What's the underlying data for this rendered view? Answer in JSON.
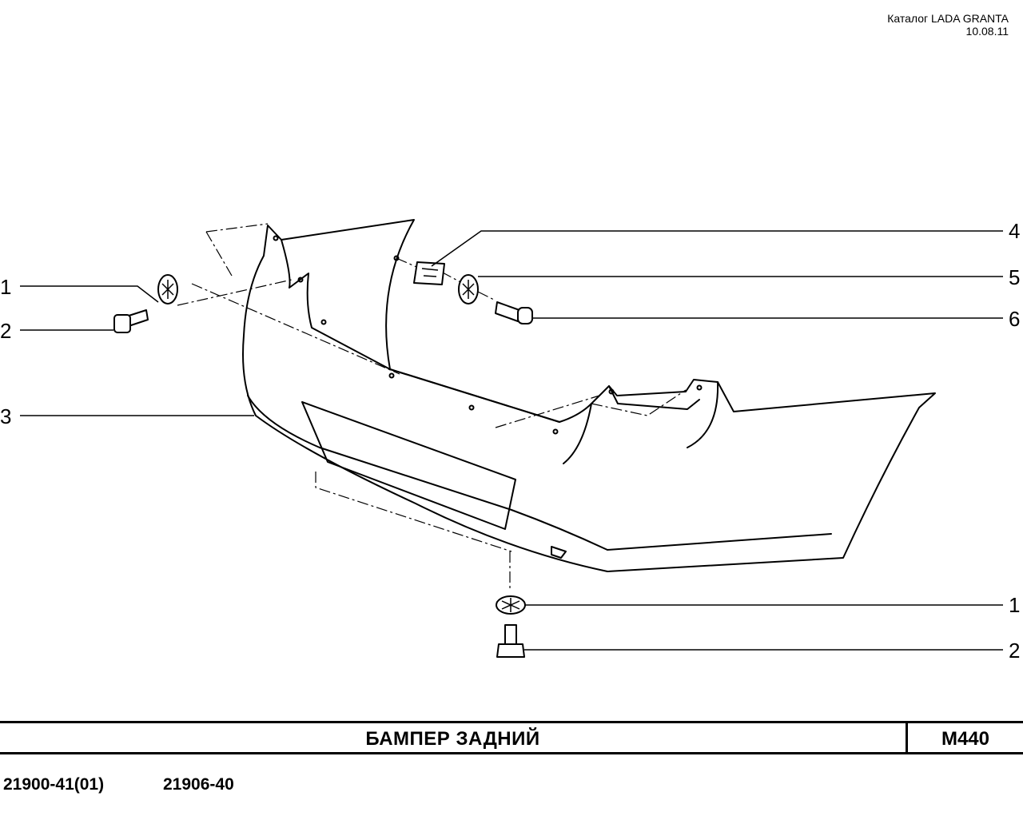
{
  "header": {
    "catalog": "Каталог LADA  GRANTA",
    "date": "10.08.11"
  },
  "callouts": {
    "left": [
      {
        "num": "1",
        "part": "washer"
      },
      {
        "num": "2",
        "part": "bolt"
      },
      {
        "num": "3",
        "part": "bumper"
      }
    ],
    "right": [
      {
        "num": "4",
        "part": "clip"
      },
      {
        "num": "5",
        "part": "washer"
      },
      {
        "num": "6",
        "part": "screw"
      },
      {
        "num": "1",
        "part": "washer"
      },
      {
        "num": "2",
        "part": "bolt"
      }
    ]
  },
  "footer": {
    "title": "БАМПЕР   ЗАДНИЙ",
    "code": "М440",
    "models": [
      "21900-41(01)",
      "21906-40"
    ]
  }
}
